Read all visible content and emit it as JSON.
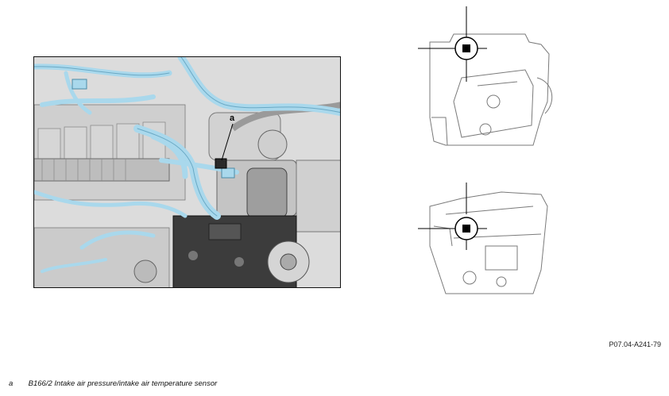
{
  "figure": {
    "callout_label": "a",
    "figure_code": "P07.04-A241-79"
  },
  "legend": [
    {
      "key": "a",
      "text": "B166/2 Intake air pressure/intake air temperature sensor"
    }
  ],
  "colors": {
    "highlight": "#a9d8ec",
    "highlight_dark": "#6aa8c4",
    "engine_gray": "#c9c9c9",
    "dark_block": "#3a3a3a"
  }
}
